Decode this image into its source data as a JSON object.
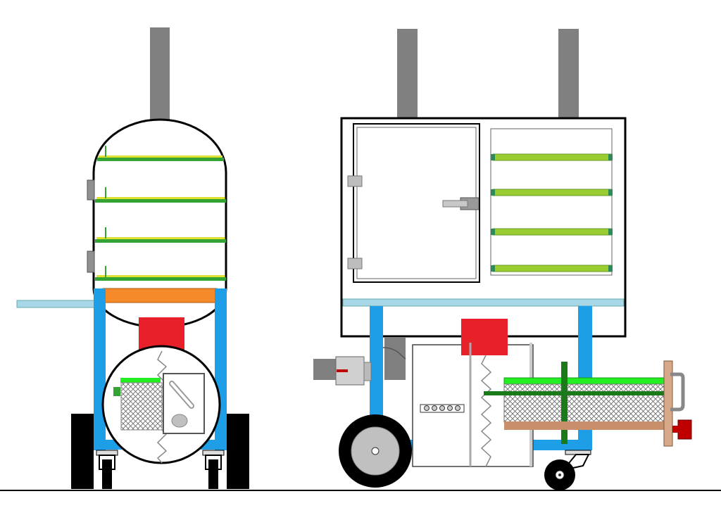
{
  "drawing": {
    "views": [
      {
        "name": "side-view",
        "parts": [
          "smokestack",
          "cooking-chamber",
          "rack",
          "rack",
          "rack",
          "rack",
          "door-hinge",
          "door-hinge",
          "water-pan",
          "side-shelf",
          "cart-frame",
          "firebox",
          "wood-basket",
          "air-vent",
          "wheel",
          "wheel",
          "caster",
          "caster"
        ]
      },
      {
        "name": "front-view",
        "parts": [
          "smokestack",
          "smokestack",
          "cooking-chamber",
          "door",
          "door-handle",
          "door-hinge",
          "door-hinge",
          "rack",
          "rack",
          "rack",
          "rack",
          "shelf",
          "cart-frame",
          "exhaust-elbow",
          "gas-valve",
          "firebox",
          "control-knobs",
          "charcoal-basket",
          "basket-handle",
          "burner-pipe",
          "burner-valve",
          "wheel",
          "caster"
        ]
      }
    ]
  },
  "colors": {
    "frame": "#1e9ee6",
    "shelf": "#a8d8e8",
    "rack": "#33a333",
    "rack_light": "#9acd32",
    "rack_top": "#e0e030",
    "water_pan": "#f58a2a",
    "firebox_top": "#e8202a",
    "stack": "#808080",
    "wheel": "#000000",
    "hub": "#c0c0c0",
    "basket_top": "#22ee22",
    "pipe": "#c8906a",
    "valve": "#c00000",
    "dark_green": "#1a7a1a"
  }
}
